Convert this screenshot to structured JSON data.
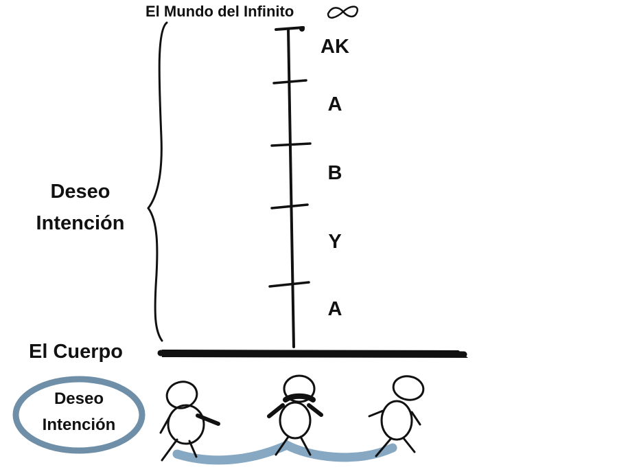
{
  "title": "El Mundo del Infinito",
  "infinity_symbol": "∞",
  "side_label": {
    "line1": "Deseo",
    "line2": "Intención"
  },
  "body_label": "El Cuerpo",
  "ladder_rungs": [
    "AK",
    "A",
    "B",
    "Y",
    "A"
  ],
  "oval_label": {
    "line1": "Deseo",
    "line2": "Intención"
  },
  "colors": {
    "ink": "#111111",
    "oval_stroke": "#6f8fa8",
    "connection": "#7fa3c0"
  },
  "figures": [
    "person-figure-left",
    "person-figure-center",
    "person-figure-right"
  ]
}
